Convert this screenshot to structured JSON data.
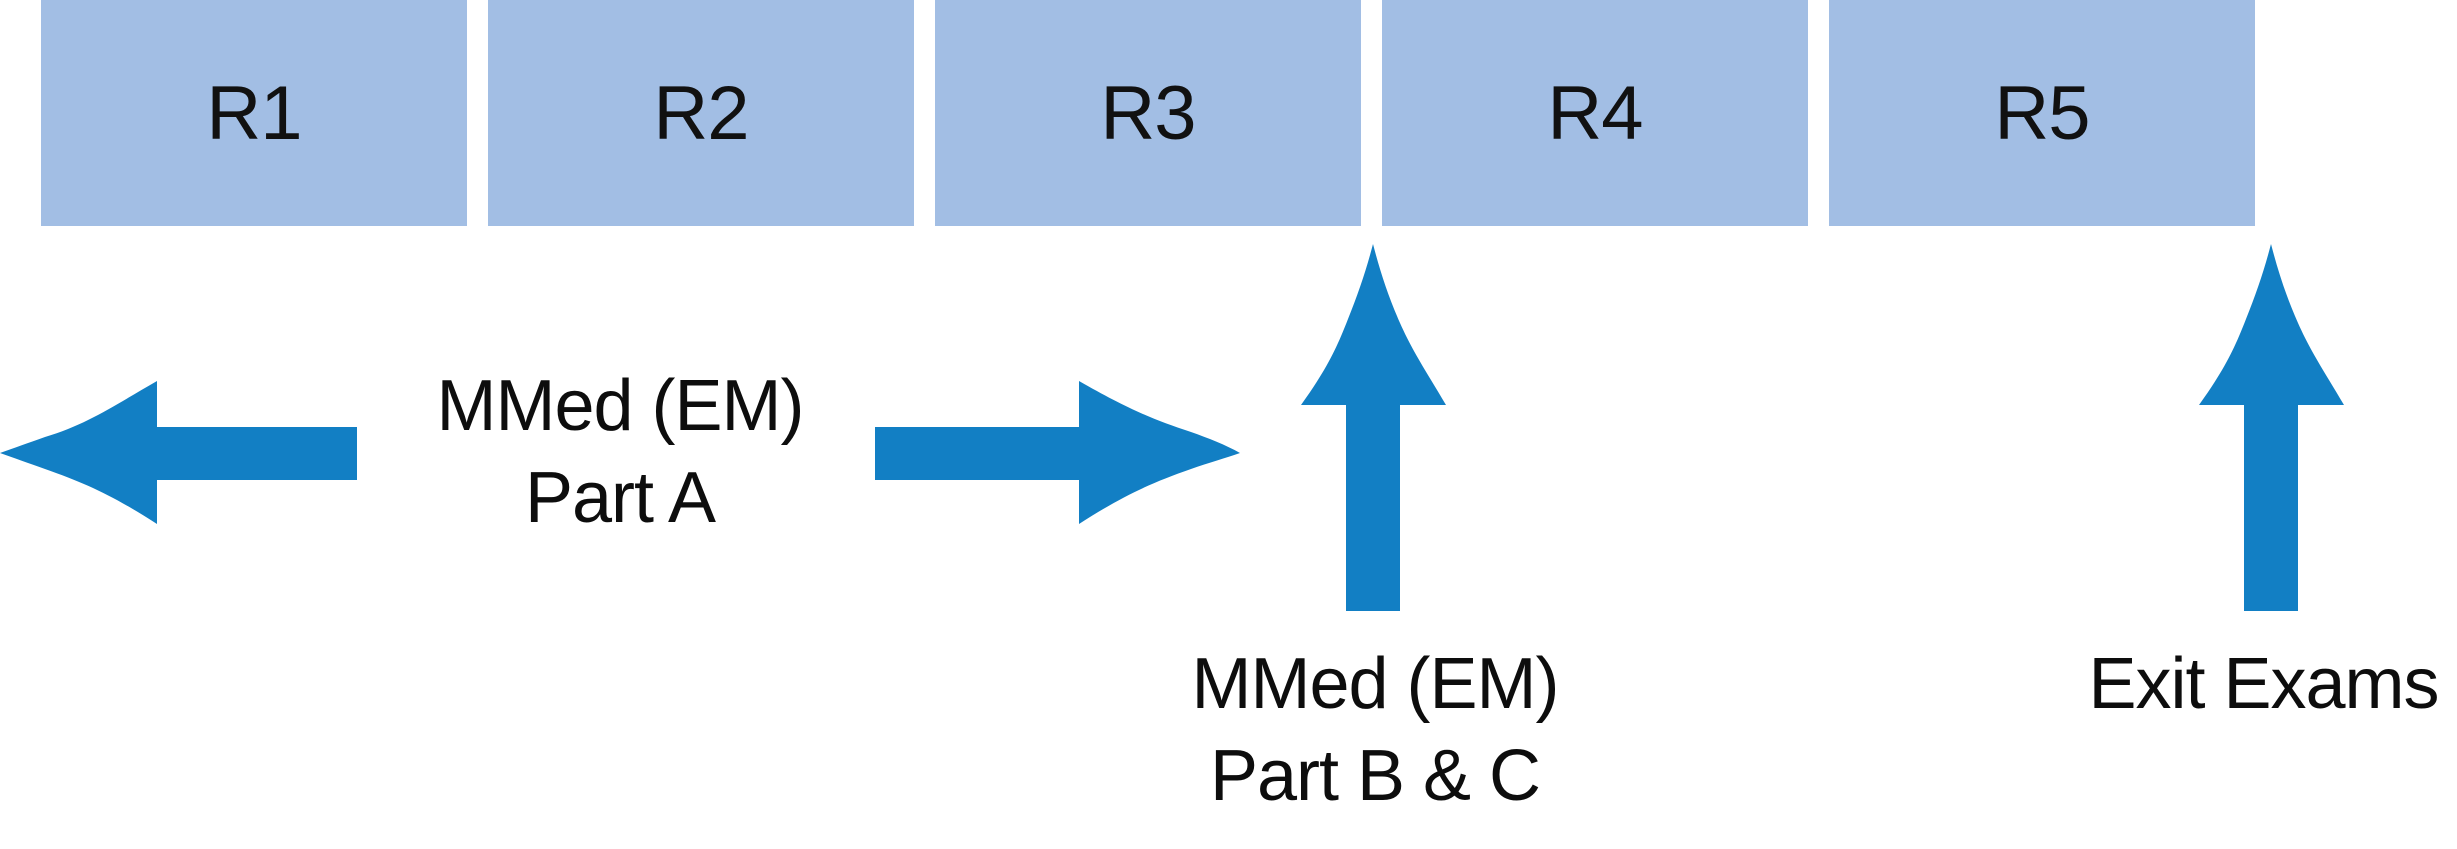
{
  "diagram": {
    "colors": {
      "box_fill": "#a2bee4",
      "arrow_fill": "#127fc4",
      "text": "#0d0d0d"
    },
    "years": [
      {
        "label": "R1"
      },
      {
        "label": "R2"
      },
      {
        "label": "R3"
      },
      {
        "label": "R4"
      },
      {
        "label": "R5"
      }
    ],
    "exams": {
      "part_a": {
        "line1": "MMed (EM)",
        "line2": "Part A"
      },
      "part_bc": {
        "line1": "MMed (EM)",
        "line2": "Part B & C"
      },
      "exit": {
        "line1": "Exit Exams"
      }
    }
  }
}
